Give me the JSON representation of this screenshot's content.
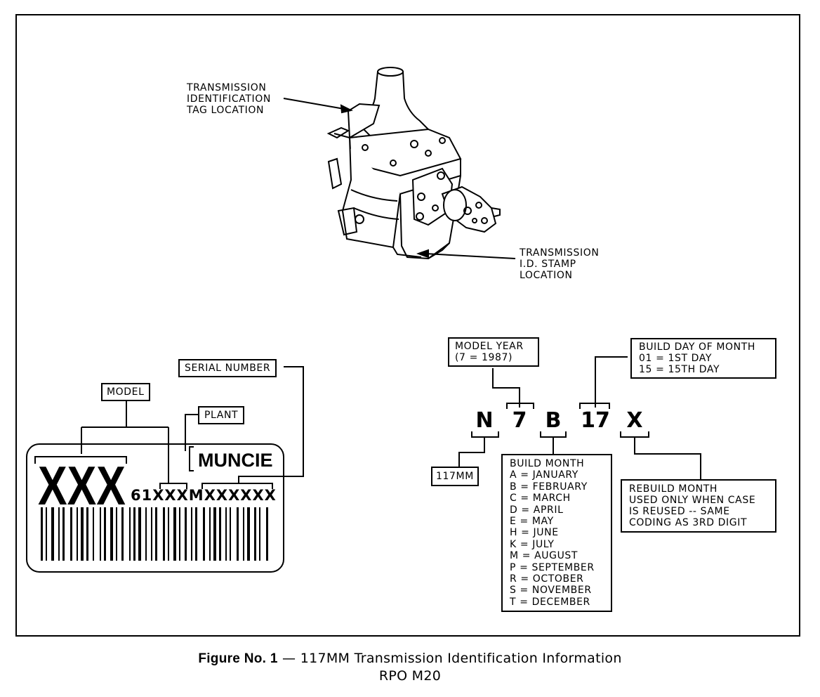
{
  "figure": {
    "caption_label": "Figure No. 1",
    "caption_dash": "—",
    "caption_title": "117MM Transmission Identification Information",
    "caption_rpo": "RPO M20"
  },
  "transmission_view": {
    "tag_callout": [
      "TRANSMISSION",
      "IDENTIFICATION",
      "TAG LOCATION"
    ],
    "stamp_callout": [
      "TRANSMISSION",
      "I.D. STAMP",
      "LOCATION"
    ]
  },
  "tag": {
    "model_label": "MODEL",
    "serial_label": "SERIAL NUMBER",
    "plant_label": "PLANT",
    "plant_value": "MUNCIE",
    "model_value": "XXX",
    "serial_value": "61XXXMXXXXXX"
  },
  "stamp": {
    "characters": [
      "N",
      "7",
      "B",
      "17",
      "X"
    ],
    "model_year_box": [
      "MODEL YEAR",
      "(7 = 1987)"
    ],
    "build_day_box": [
      "BUILD DAY OF MONTH",
      "01 = 1ST DAY",
      "15 = 15TH DAY"
    ],
    "model_box": "117MM",
    "build_month_title": "BUILD MONTH",
    "build_month_codes": [
      "A = JANUARY",
      "B = FEBRUARY",
      "C = MARCH",
      "D = APRIL",
      "E = MAY",
      "H = JUNE",
      "K = JULY",
      "M = AUGUST",
      "P = SEPTEMBER",
      "R = OCTOBER",
      "S = NOVEMBER",
      "T = DECEMBER"
    ],
    "rebuild_box": [
      "REBUILD MONTH",
      "USED ONLY WHEN CASE",
      "IS REUSED -- SAME",
      "CODING AS 3RD DIGIT"
    ]
  }
}
